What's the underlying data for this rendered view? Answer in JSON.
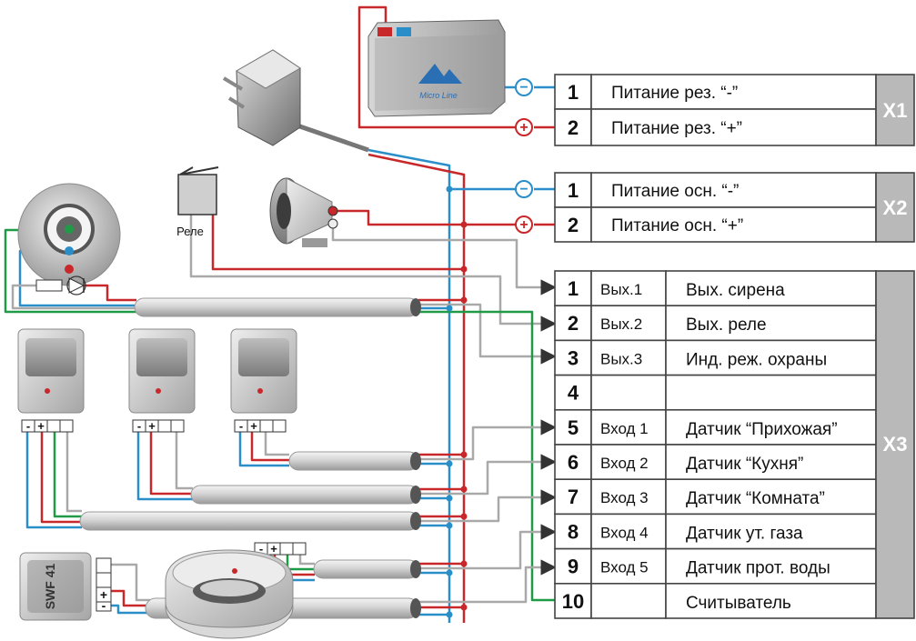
{
  "colors": {
    "positive": "#c8282a",
    "negative": "#2a8fc9",
    "signal": "#1f9b47",
    "neutral": "#a9a9a9",
    "block_fill": "#b9b9b9"
  },
  "device_labels": {
    "relay": "Реле",
    "key_reader": "SWF 41",
    "battery_brand": "Micro Line"
  },
  "sensor_terminals": [
    "-",
    "+"
  ],
  "key_reader_terminals": [
    "+",
    "-"
  ],
  "polarity": {
    "minus": "−",
    "plus": "+"
  },
  "blocks": {
    "x1": {
      "name": "X1",
      "rows": [
        {
          "num": "1",
          "label": "Питание рез. “-”",
          "pole": "minus"
        },
        {
          "num": "2",
          "label": "Питание рез. “+”",
          "pole": "plus"
        }
      ]
    },
    "x2": {
      "name": "X2",
      "rows": [
        {
          "num": "1",
          "label": "Питание осн. “-”",
          "pole": "minus"
        },
        {
          "num": "2",
          "label": "Питание осн. “+”",
          "pole": "plus"
        }
      ]
    },
    "x3": {
      "name": "X3",
      "rows": [
        {
          "num": "1",
          "io": "Вых.1",
          "label": "Вых. сирена"
        },
        {
          "num": "2",
          "io": "Вых.2",
          "label": "Вых. реле"
        },
        {
          "num": "3",
          "io": "Вых.3",
          "label": "Инд. реж. охраны"
        },
        {
          "num": "4",
          "io": "",
          "label": ""
        },
        {
          "num": "5",
          "io": "Вход 1",
          "label": "Датчик “Прихожая”"
        },
        {
          "num": "6",
          "io": "Вход 2",
          "label": "Датчик “Кухня”"
        },
        {
          "num": "7",
          "io": "Вход 3",
          "label": "Датчик “Комната”"
        },
        {
          "num": "8",
          "io": "Вход 4",
          "label": "Датчик ут. газа"
        },
        {
          "num": "9",
          "io": "Вход 5",
          "label": "Датчик прот. воды"
        },
        {
          "num": "10",
          "io": "",
          "label": "Считыватель"
        }
      ]
    }
  }
}
